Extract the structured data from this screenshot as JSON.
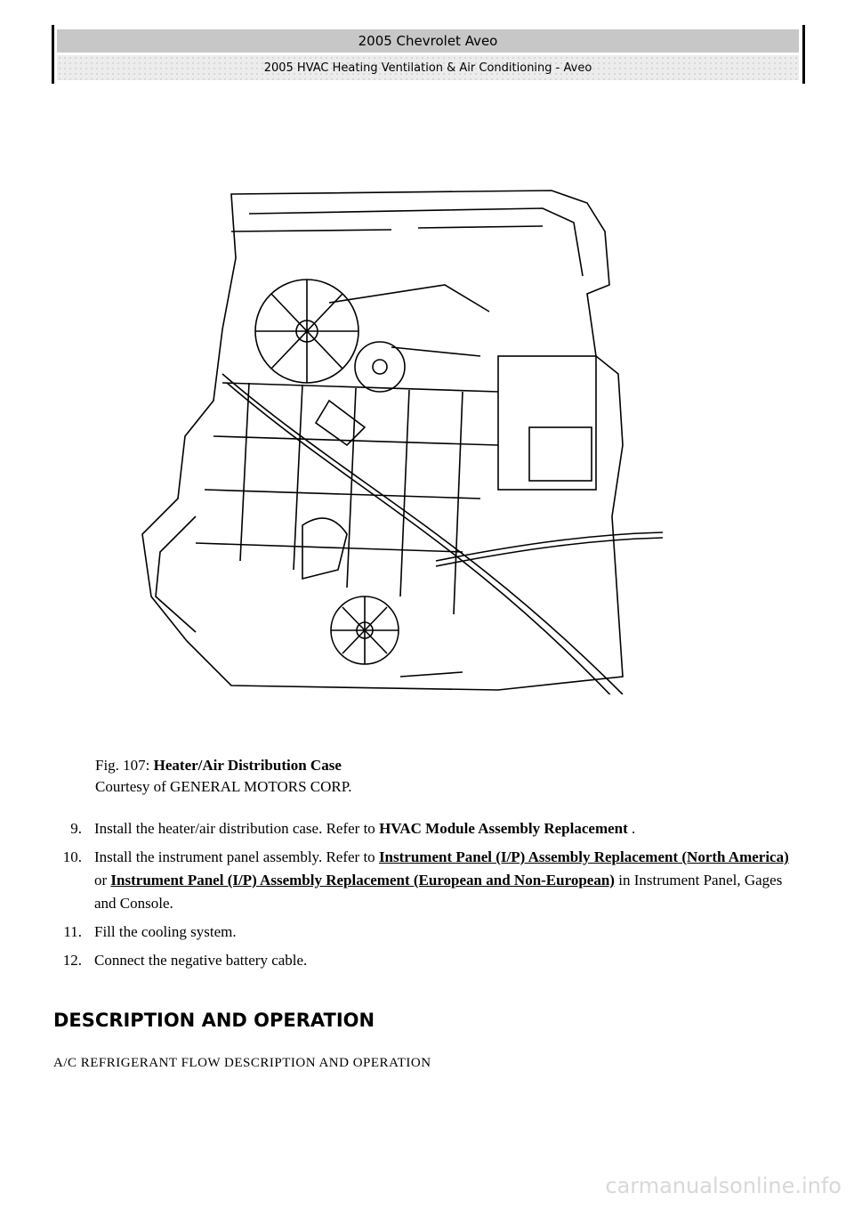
{
  "header": {
    "title": "2005 Chevrolet Aveo",
    "subtitle": "2005 HVAC Heating Ventilation & Air Conditioning - Aveo"
  },
  "figure": {
    "caption_prefix": "Fig. 107:",
    "caption_title": "Heater/Air Distribution Case",
    "courtesy": "Courtesy of GENERAL MOTORS CORP."
  },
  "steps": [
    {
      "num": "9.",
      "pre": "Install the heater/air distribution case. Refer to ",
      "link": "HVAC Module Assembly Replacement",
      "post": " ."
    },
    {
      "num": "10.",
      "pre": "Install the instrument panel assembly. Refer to ",
      "link": "Instrument Panel (I/P) Assembly Replacement (North America)",
      "mid": " or ",
      "link2": "Instrument Panel (I/P) Assembly Replacement (European and Non-European)",
      "post": " in Instrument Panel, Gages and Console."
    },
    {
      "num": "11.",
      "text": "Fill the cooling system."
    },
    {
      "num": "12.",
      "text": "Connect the negative battery cable."
    }
  ],
  "section": {
    "title": "DESCRIPTION AND OPERATION",
    "subtitle": "A/C REFRIGERANT FLOW DESCRIPTION AND OPERATION"
  },
  "watermark": "carmanualsonline.info"
}
